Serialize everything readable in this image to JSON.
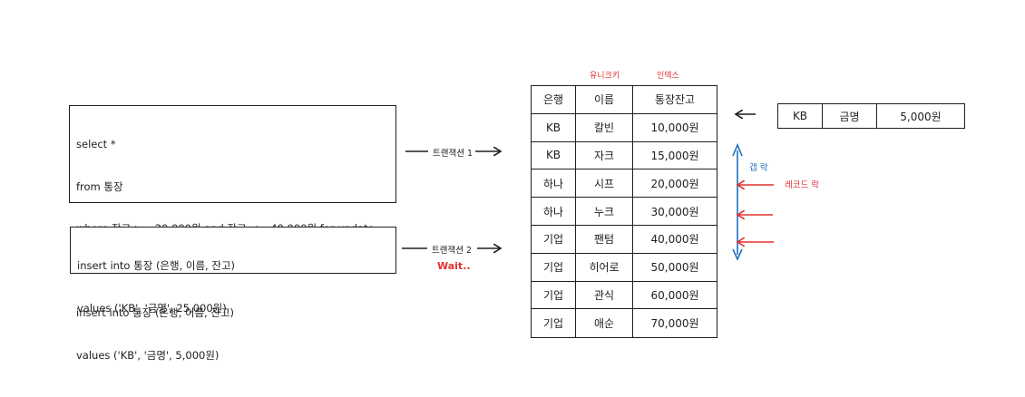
{
  "sql_box_1": {
    "lines": [
      "select *",
      "from 통장",
      "where 잔고 >= 20,000원 and 잔고 <= 40,000원 for update",
      "",
      "insert into 통장 (은행, 이름, 잔고)",
      "values ('KB', '금명', 5,000원)"
    ]
  },
  "sql_box_2": {
    "lines": [
      "insert into 통장 (은행, 이름, 잔고)",
      "values ('KB', '금명', 25,000원)"
    ]
  },
  "transaction_1_label": "트랜잭션 1",
  "transaction_2_label": "트랜잭션 2",
  "wait_label": "Wait..",
  "column_annotations": {
    "unique": "유니크키",
    "index": "인덱스"
  },
  "table": {
    "headers": [
      "은행",
      "이름",
      "통장잔고"
    ],
    "rows": [
      [
        "KB",
        "칼빈",
        "10,000원"
      ],
      [
        "KB",
        "자크",
        "15,000원"
      ],
      [
        "하나",
        "시프",
        "20,000원"
      ],
      [
        "하나",
        "누크",
        "30,000원"
      ],
      [
        "기업",
        "팬텀",
        "40,000원"
      ],
      [
        "기업",
        "히어로",
        "50,000원"
      ],
      [
        "기업",
        "관식",
        "60,000원"
      ],
      [
        "기업",
        "애순",
        "70,000원"
      ]
    ]
  },
  "new_row": [
    "KB",
    "금명",
    "5,000원"
  ],
  "gap_lock_label": "갭 락",
  "record_lock_label": "레코드 락",
  "colors": {
    "stroke": "#1e1e1e",
    "red": "#e03131",
    "blue": "#1971c2"
  }
}
